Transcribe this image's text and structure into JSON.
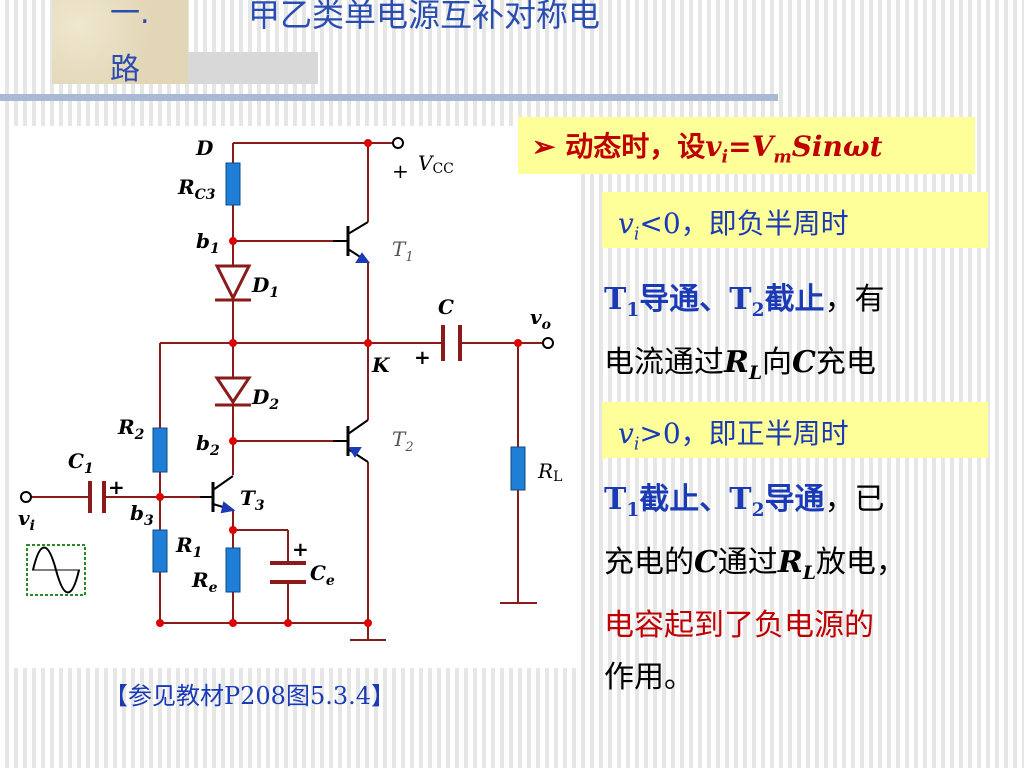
{
  "header": {
    "section_number": "一.",
    "section_word": "路",
    "title": "甲乙类单电源互补对称电"
  },
  "reference": "【参见教材P208图5.3.4】",
  "box_dynamic": {
    "prefix": "动态时，设",
    "var": "v",
    "var_sub": "i",
    "eq": "=V",
    "eq_sub": "m",
    "func": "Sinωt"
  },
  "box_negative": {
    "var": "v",
    "sub": "i",
    "cond": "<0，即负半周时"
  },
  "box_positive": {
    "var": "v",
    "sub": "i",
    "cond": ">0，即正半周时"
  },
  "para_negative": {
    "t1": "T",
    "t1_sub": "1",
    "t1_state": "导通、",
    "t2": "T",
    "t2_sub": "2",
    "t2_state": "截止",
    "tail": "，有",
    "line2_a": "电流通过",
    "r": "R",
    "r_sub": "L",
    "line2_b": "向",
    "c": "C",
    "line2_c": "充电"
  },
  "para_positive": {
    "t1": "T",
    "t1_sub": "1",
    "t1_state": "截止、",
    "t2": "T",
    "t2_sub": "2",
    "t2_state": "导通",
    "tail": "，已",
    "line2_a": "充电的",
    "c": "C",
    "line2_b": "通过",
    "r": "R",
    "r_sub": "L",
    "line2_c": "放电，",
    "line3": "电容起到了负电源的",
    "line4": "作用。"
  },
  "circuit": {
    "labels": {
      "D": "D",
      "RC3": "R",
      "RC3_sub": "C3",
      "b1": "b",
      "b1_sub": "1",
      "D1": "D",
      "D1_sub": "1",
      "D2": "D",
      "D2_sub": "2",
      "R2": "R",
      "R2_sub": "2",
      "b2": "b",
      "b2_sub": "2",
      "C1": "C",
      "C1_sub": "1",
      "b3": "b",
      "b3_sub": "3",
      "vi": "v",
      "vi_sub": "i",
      "T3": "T",
      "T3_sub": "3",
      "R1": "R",
      "R1_sub": "1",
      "Re": "R",
      "Re_sub": "e",
      "Ce": "C",
      "Ce_sub": "e",
      "C": "C",
      "K": "K",
      "vo": "v",
      "vo_sub": "o",
      "RL": "R",
      "RL_sub": "L",
      "VCC": "V",
      "VCC_sub": "CC",
      "T1": "T",
      "T1_sub": "1",
      "T2": "T",
      "T2_sub": "2",
      "plus": "+"
    },
    "colors": {
      "wire": "#8b1a1a",
      "resistor": "#1f7fd6",
      "node": "#e00000",
      "label": "#000000"
    }
  }
}
